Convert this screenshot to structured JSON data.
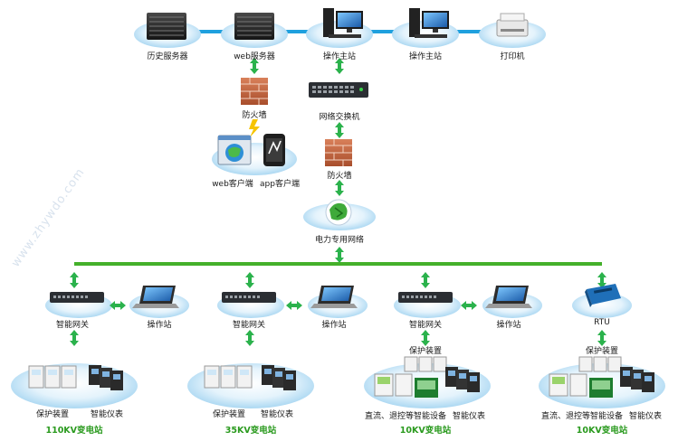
{
  "top": {
    "history_server": "历史服务器",
    "web_server": "web服务器",
    "op_station_1": "操作主站",
    "op_station_2": "操作主站",
    "printer": "打印机"
  },
  "middle": {
    "firewall_left": "防火墙",
    "switch": "网络交换机",
    "web_client": "web客户端",
    "app_client": "app客户端",
    "firewall_right": "防火墙",
    "power_network": "电力专用网络"
  },
  "watermark": "www.zhywdo.com",
  "substations": [
    {
      "gateway": "智能网关",
      "operator": "操作站",
      "dev_left": "保护装置",
      "dev_right": "智能仪表",
      "name": "110KV变电站"
    },
    {
      "gateway": "智能网关",
      "operator": "操作站",
      "dev_left": "保护装置",
      "dev_right": "智能仪表",
      "name": "35KV变电站"
    },
    {
      "gateway": "智能网关",
      "operator": "操作站",
      "dev_top": "保护装置",
      "dev_left": "直流、退控等智能设备",
      "dev_right": "智能仪表",
      "name": "10KV变电站"
    },
    {
      "gateway": "RTU",
      "dev_top": "保护装置",
      "dev_left": "直流、退控等智能设备",
      "dev_right": "智能仪表",
      "name": "10KV变电站"
    }
  ],
  "colors": {
    "ellipse": "#bfe3f7",
    "link": "#1fa0de",
    "arrow": "#2bb24c",
    "bus": "#44b02a",
    "substation_label": "#2a9a1e"
  }
}
